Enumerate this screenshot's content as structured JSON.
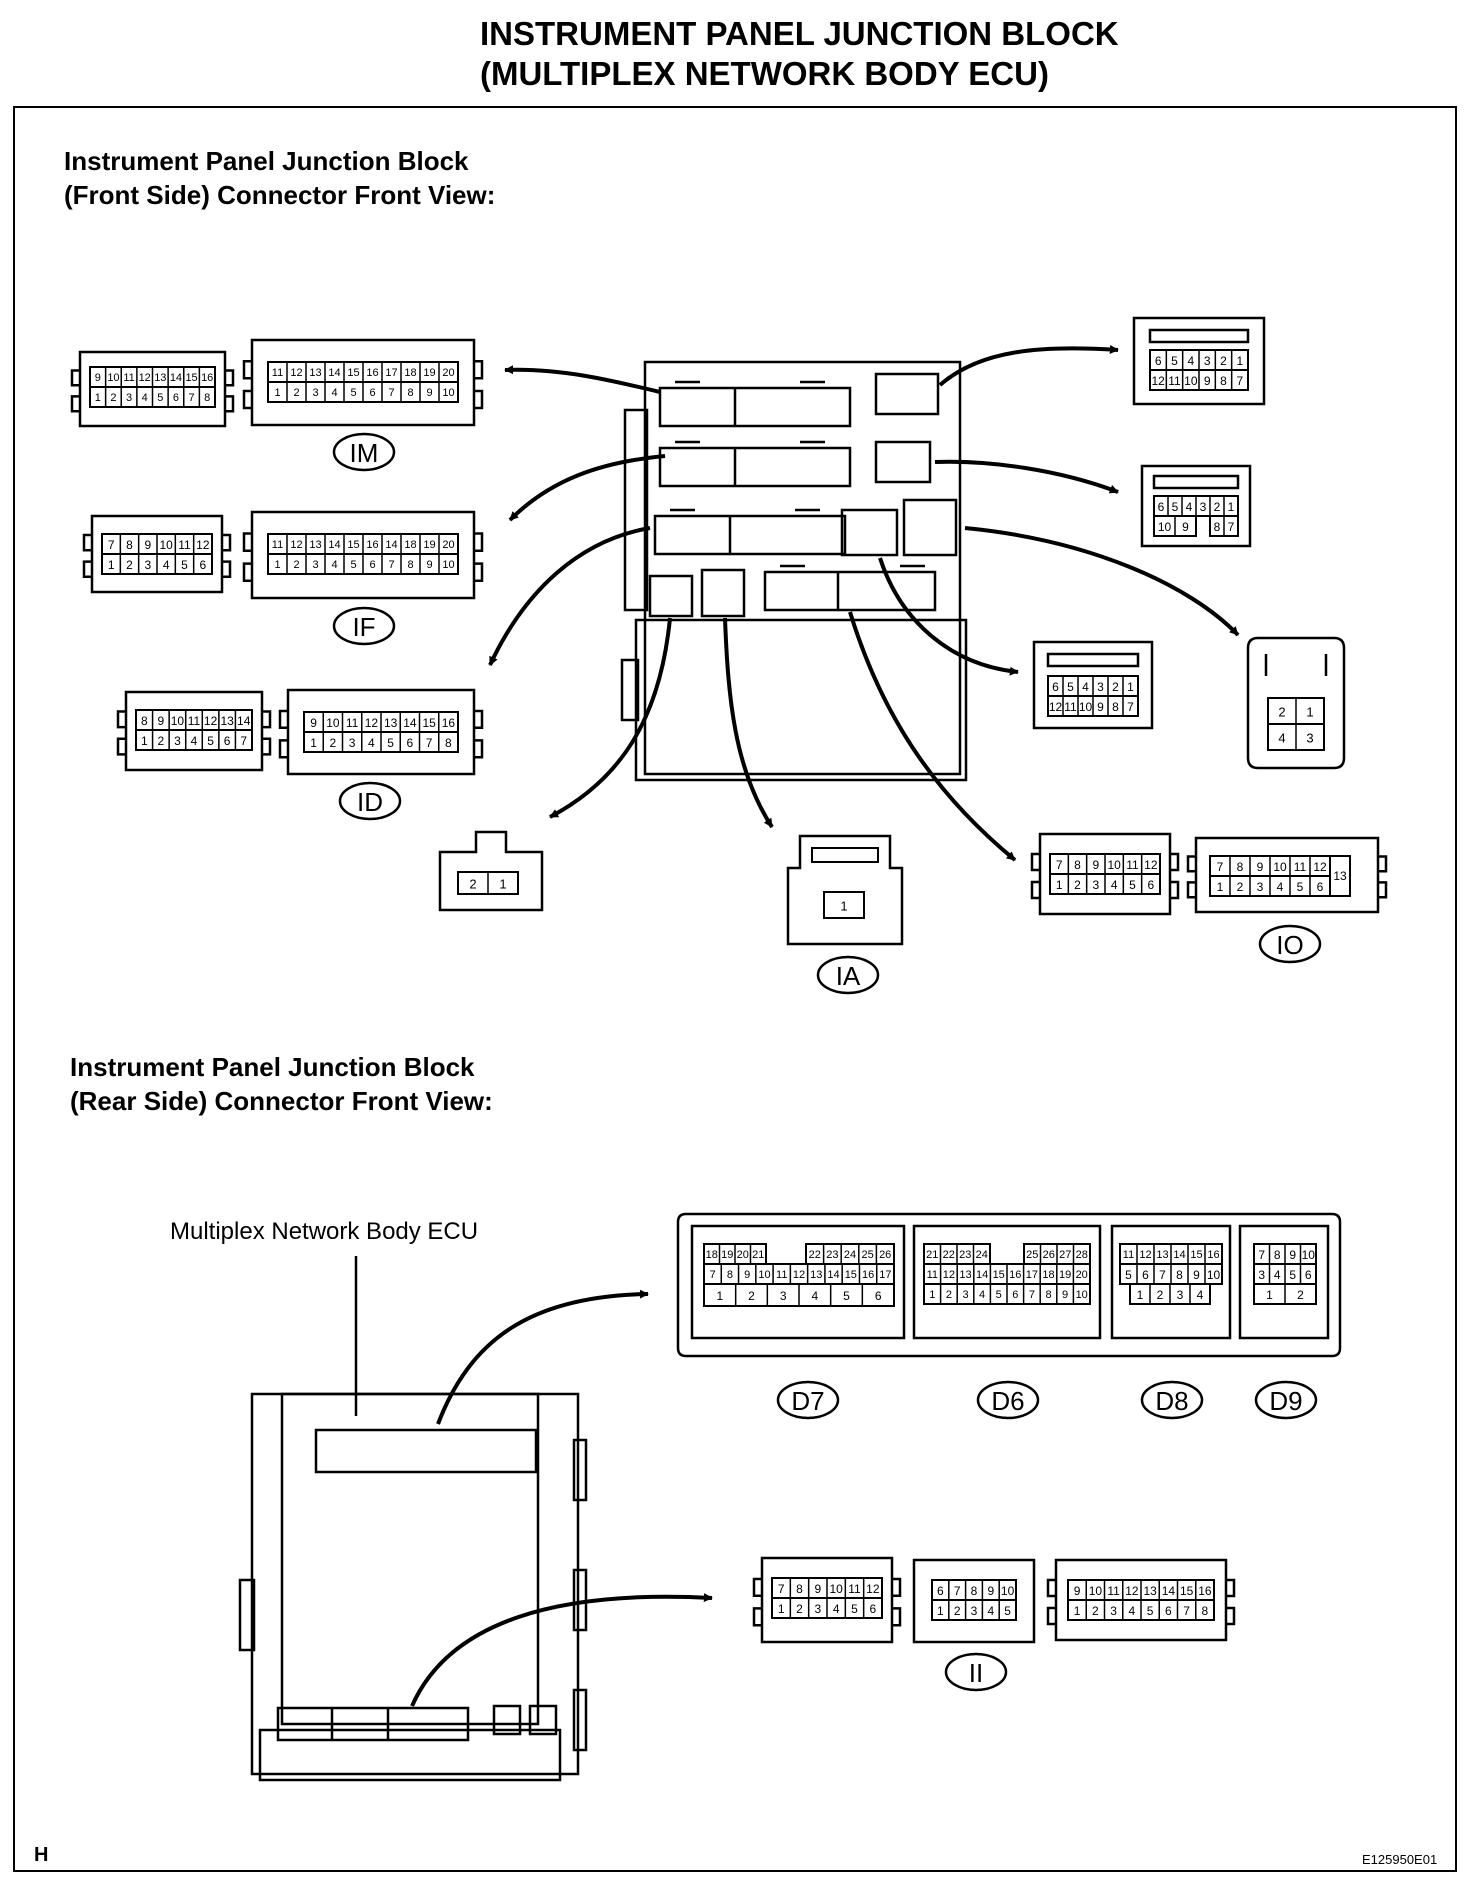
{
  "title": {
    "line1": "INSTRUMENT PANEL JUNCTION BLOCK",
    "line2": "(MULTIPLEX NETWORK BODY ECU)"
  },
  "front_section": {
    "line1": "Instrument Panel Junction Block",
    "line2": "(Front Side) Connector Front View:"
  },
  "rear_section": {
    "line1": "Instrument Panel Junction Block",
    "line2": "(Rear Side) Connector Front View:"
  },
  "ecu_label": "Multiplex Network Body ECU",
  "connectors": {
    "IM": {
      "code": "IM",
      "a_top": [
        "9",
        "10",
        "11",
        "12",
        "13",
        "14",
        "15",
        "16"
      ],
      "a_bot": [
        "1",
        "2",
        "3",
        "4",
        "5",
        "6",
        "7",
        "8"
      ],
      "b_top": [
        "11",
        "12",
        "13",
        "14",
        "15",
        "16",
        "17",
        "18",
        "19",
        "20"
      ],
      "b_bot": [
        "1",
        "2",
        "3",
        "4",
        "5",
        "6",
        "7",
        "8",
        "9",
        "10"
      ]
    },
    "IF": {
      "code": "IF",
      "a_top": [
        "7",
        "8",
        "9",
        "10",
        "11",
        "12"
      ],
      "a_bot": [
        "1",
        "2",
        "3",
        "4",
        "5",
        "6"
      ],
      "b_top": [
        "11",
        "12",
        "13",
        "14",
        "15",
        "16",
        "14",
        "18",
        "19",
        "20"
      ],
      "b_bot": [
        "1",
        "2",
        "3",
        "4",
        "5",
        "6",
        "7",
        "8",
        "9",
        "10"
      ]
    },
    "ID": {
      "code": "ID",
      "a_top": [
        "8",
        "9",
        "10",
        "11",
        "12",
        "13",
        "14"
      ],
      "a_bot": [
        "1",
        "2",
        "3",
        "4",
        "5",
        "6",
        "7"
      ],
      "b_top": [
        "9",
        "10",
        "11",
        "12",
        "13",
        "14",
        "15",
        "16"
      ],
      "b_bot": [
        "1",
        "2",
        "3",
        "4",
        "5",
        "6",
        "7",
        "8"
      ]
    },
    "IA": {
      "code": "IA",
      "pins": [
        "1"
      ]
    },
    "IO": {
      "code": "IO",
      "a_top": [
        "7",
        "8",
        "9",
        "10",
        "11",
        "12"
      ],
      "a_bot": [
        "1",
        "2",
        "3",
        "4",
        "5",
        "6"
      ],
      "b_top": [
        "7",
        "8",
        "9",
        "10",
        "11",
        "12"
      ],
      "b_bot": [
        "1",
        "2",
        "3",
        "4",
        "5",
        "6"
      ],
      "b_side": "13"
    },
    "c12a": {
      "top": [
        "6",
        "5",
        "4",
        "3",
        "2",
        "1"
      ],
      "bot": [
        "12",
        "11",
        "10",
        "9",
        "8",
        "7"
      ]
    },
    "c10": {
      "top": [
        "6",
        "5",
        "4",
        "3",
        "2",
        "1"
      ],
      "bot": [
        "10",
        "9",
        "8",
        "7"
      ]
    },
    "c12b": {
      "top": [
        "6",
        "5",
        "4",
        "3",
        "2",
        "1"
      ],
      "bot": [
        "12",
        "11",
        "10",
        "9",
        "8",
        "7"
      ]
    },
    "c4": {
      "top": [
        "2",
        "1"
      ],
      "bot": [
        "4",
        "3"
      ]
    },
    "c2": {
      "pins": [
        "2",
        "1"
      ]
    },
    "D7": {
      "code": "D7",
      "r1a": [
        "18",
        "19",
        "20",
        "21"
      ],
      "r1b": [
        "22",
        "23",
        "24",
        "25",
        "26"
      ],
      "r2": [
        "7",
        "8",
        "9",
        "10",
        "11",
        "12",
        "13",
        "14",
        "15",
        "16",
        "17"
      ],
      "r3": [
        "1",
        "2",
        "3",
        "4",
        "5",
        "6"
      ]
    },
    "D6": {
      "code": "D6",
      "r1a": [
        "21",
        "22",
        "23",
        "24"
      ],
      "r1b": [
        "25",
        "26",
        "27",
        "28"
      ],
      "r2": [
        "11",
        "12",
        "13",
        "14",
        "15",
        "16",
        "17",
        "18",
        "19",
        "20"
      ],
      "r3": [
        "1",
        "2",
        "3",
        "4",
        "5",
        "6",
        "7",
        "8",
        "9",
        "10"
      ]
    },
    "D8": {
      "code": "D8",
      "r1": [
        "11",
        "12",
        "13",
        "14",
        "15",
        "16"
      ],
      "r2": [
        "5",
        "6",
        "7",
        "8",
        "9",
        "10"
      ],
      "r3": [
        "1",
        "2",
        "3",
        "4"
      ]
    },
    "D9": {
      "code": "D9",
      "r1": [
        "7",
        "8",
        "9",
        "10"
      ],
      "r2": [
        "3",
        "4",
        "5",
        "6"
      ],
      "r3": [
        "1",
        "2"
      ]
    },
    "II": {
      "code": "II",
      "a_top": [
        "7",
        "8",
        "9",
        "10",
        "11",
        "12"
      ],
      "a_bot": [
        "1",
        "2",
        "3",
        "4",
        "5",
        "6"
      ],
      "b_top": [
        "6",
        "7",
        "8",
        "9",
        "10"
      ],
      "b_bot": [
        "1",
        "2",
        "3",
        "4",
        "5"
      ],
      "c_top": [
        "9",
        "10",
        "11",
        "12",
        "13",
        "14",
        "15",
        "16"
      ],
      "c_bot": [
        "1",
        "2",
        "3",
        "4",
        "5",
        "6",
        "7",
        "8"
      ]
    }
  },
  "footer": {
    "corner_letter": "H",
    "figure_id": "E125950E01"
  }
}
